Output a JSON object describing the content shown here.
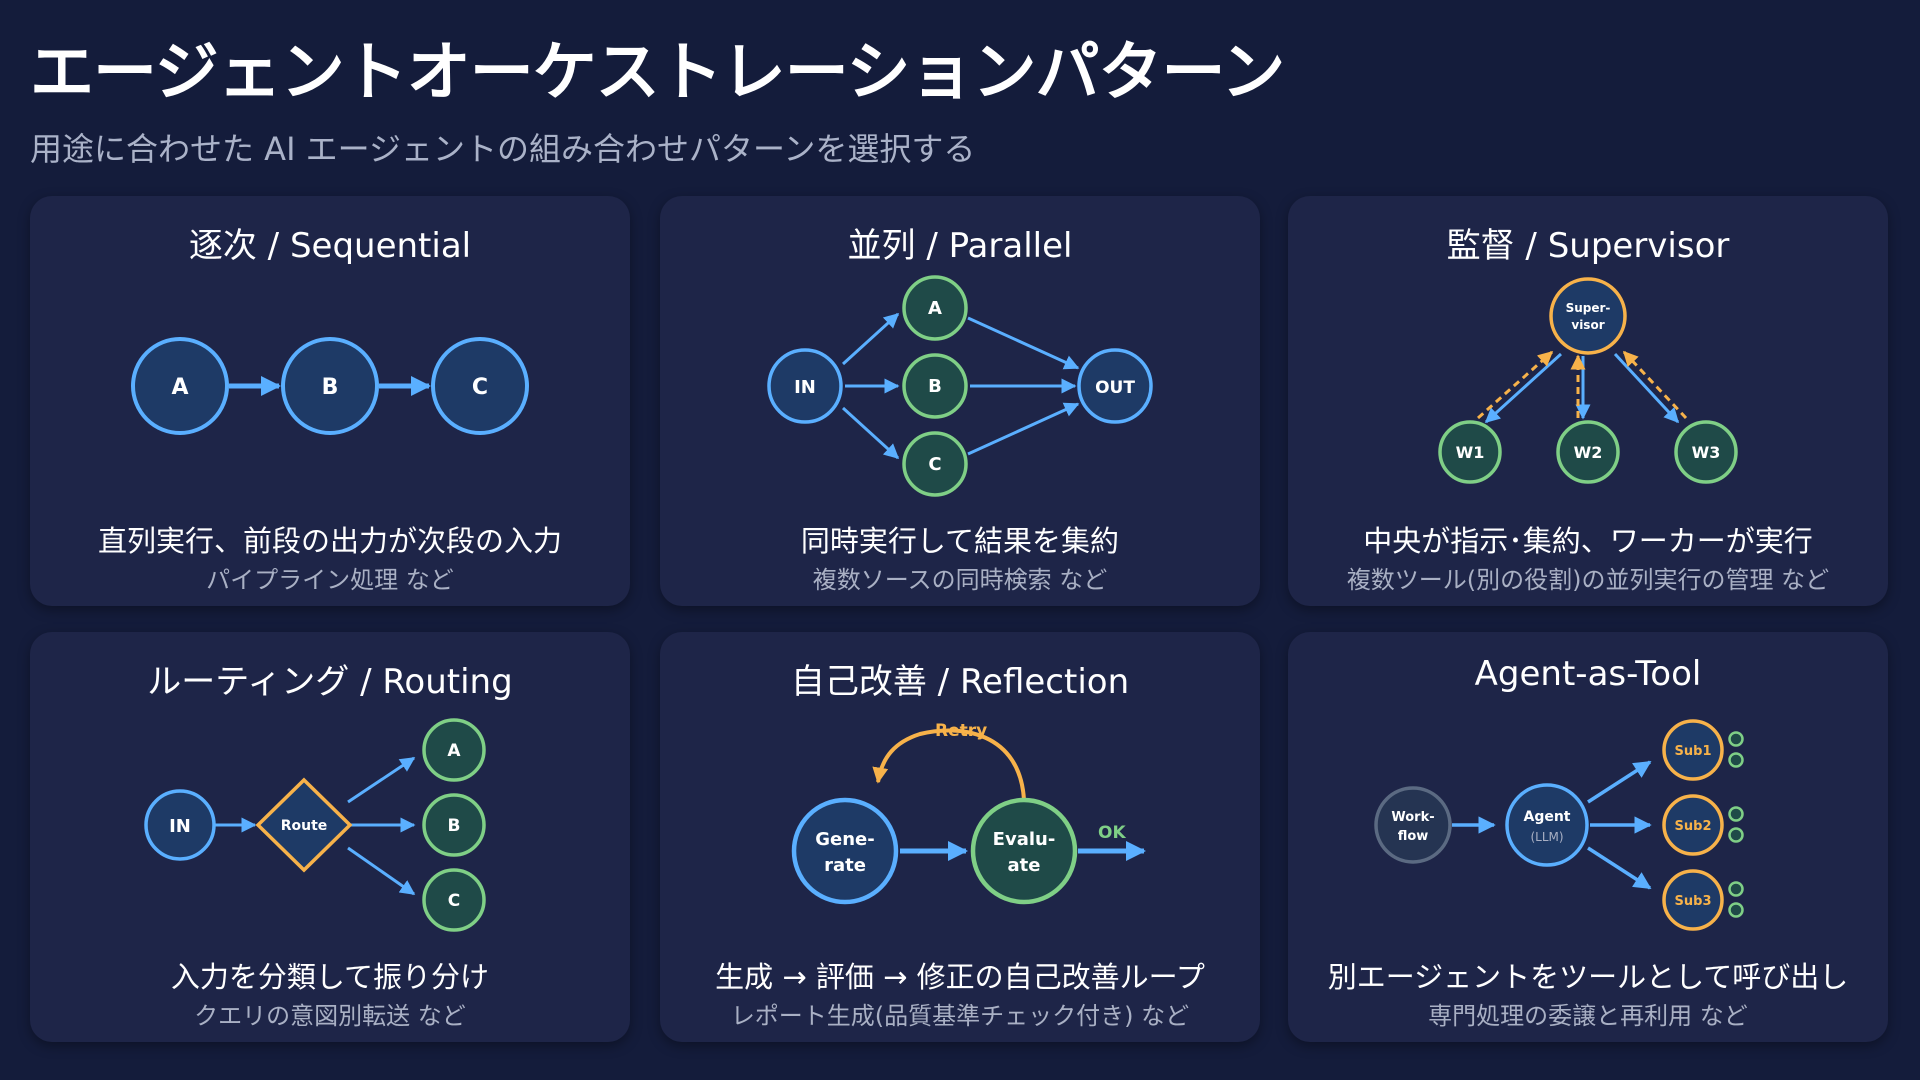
{
  "header": {
    "title": "エージェントオーケストレーションパターン",
    "subtitle": "用途に合わせた AI エージェントの組み合わせパターンを選択する"
  },
  "cards": [
    {
      "title": "逐次 / Sequential",
      "description": "直列実行、前段の出力が次段の入力",
      "example": "パイプライン処理 など",
      "nodes": [
        "A",
        "B",
        "C"
      ]
    },
    {
      "title": "並列 / Parallel",
      "description": "同時実行して結果を集約",
      "example": "複数ソースの同時検索 など",
      "nodes": {
        "in": "IN",
        "a": "A",
        "b": "B",
        "c": "C",
        "out": "OUT"
      }
    },
    {
      "title": "監督 / Supervisor",
      "description": "中央が指示･集約、ワーカーが実行",
      "example": "複数ツール(別の役割)の並列実行の管理 など",
      "nodes": {
        "supervisor_line1": "Super-",
        "supervisor_line2": "visor",
        "w1": "W1",
        "w2": "W2",
        "w3": "W3"
      }
    },
    {
      "title": "ルーティング / Routing",
      "description": "入力を分類して振り分け",
      "example": "クエリの意図別転送 など",
      "nodes": {
        "in": "IN",
        "route": "Route",
        "a": "A",
        "b": "B",
        "c": "C"
      }
    },
    {
      "title": "自己改善 / Reflection",
      "description": "生成 → 評価 → 修正の自己改善ループ",
      "example": "レポート生成(品質基準チェック付き) など",
      "nodes": {
        "generate_line1": "Gene-",
        "generate_line2": "rate",
        "evaluate_line1": "Evalu-",
        "evaluate_line2": "ate",
        "retry": "Retry",
        "ok": "OK"
      }
    },
    {
      "title": "Agent-as-Tool",
      "description": "別エージェントをツールとして呼び出し",
      "example": "専門処理の委譲と再利用 など",
      "nodes": {
        "workflow_line1": "Work-",
        "workflow_line2": "flow",
        "agent": "Agent",
        "agent_sub": "(LLM)",
        "sub1": "Sub1",
        "sub2": "Sub2",
        "sub3": "Sub3"
      }
    }
  ],
  "colors": {
    "background": "#141c3b",
    "card": "#1e2548",
    "node_fill": "#1e3a66",
    "blue": "#5aafff",
    "green": "#7fcf86",
    "orange": "#f7b24a",
    "gray": "#5b6a82"
  }
}
